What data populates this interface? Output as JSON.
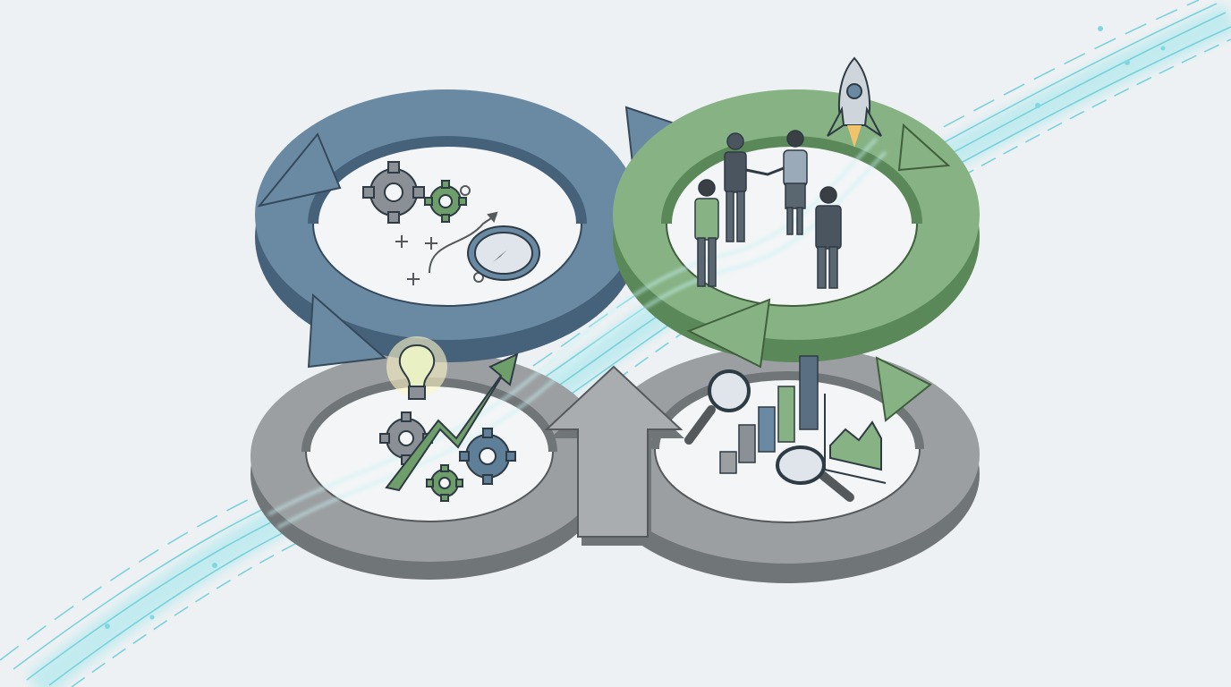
{
  "colors": {
    "background": "#eef1f3",
    "blue": "#6a8aa4",
    "blue_side": "#46627a",
    "blue_dark": "#35495b",
    "green": "#87b283",
    "green_side": "#5b8858",
    "green_dark": "#3f5f3d",
    "gray": "#9b9fa1",
    "gray_side": "#707577",
    "gray_dark": "#55595b",
    "floor": "#f3f5f6",
    "outline": "#2e3a44",
    "data_stream": "#7fd8e0",
    "data_stream_glow": "#c8f3f6"
  },
  "diagram": {
    "quadrants": [
      {
        "id": "strategy",
        "arrow_color": "blue",
        "icons": [
          "gear-icon",
          "gear-icon",
          "compass-icon",
          "route-map-icon"
        ]
      },
      {
        "id": "collaboration",
        "arrow_color": "green",
        "icons": [
          "people-handshake-icon",
          "rocket-icon"
        ]
      },
      {
        "id": "innovation",
        "arrow_color": "gray",
        "icons": [
          "lightbulb-icon",
          "growth-arrow-icon",
          "gear-icon",
          "gear-icon",
          "gear-icon"
        ]
      },
      {
        "id": "analysis",
        "arrow_color": "gray",
        "icons": [
          "magnifier-icon",
          "bar-chart-icon",
          "line-chart-icon",
          "magnifier-icon"
        ]
      }
    ],
    "flow": "clockwise-loop",
    "data_stream_direction": "bottom-left-to-top-right"
  }
}
